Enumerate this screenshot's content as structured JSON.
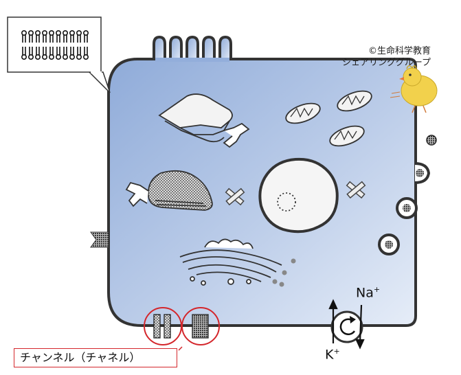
{
  "credit": {
    "line1": "©生命科学教育",
    "line2": "シェアリンググループ"
  },
  "labels": {
    "channel": "チャンネル（チャネル）",
    "na": "Na",
    "na_charge": "+",
    "k": "K",
    "k_charge": "+"
  },
  "colors": {
    "cytoplasm_light": "#e3ebf7",
    "cytoplasm_dark": "#8fabd9",
    "membrane": "#333333",
    "highlight": "#d4262b"
  },
  "icons": {
    "lipid_bilayer": "phospholipid-bilayer-icon",
    "chick": "chick-mascot-icon",
    "pump": "rotary-pump-icon"
  }
}
